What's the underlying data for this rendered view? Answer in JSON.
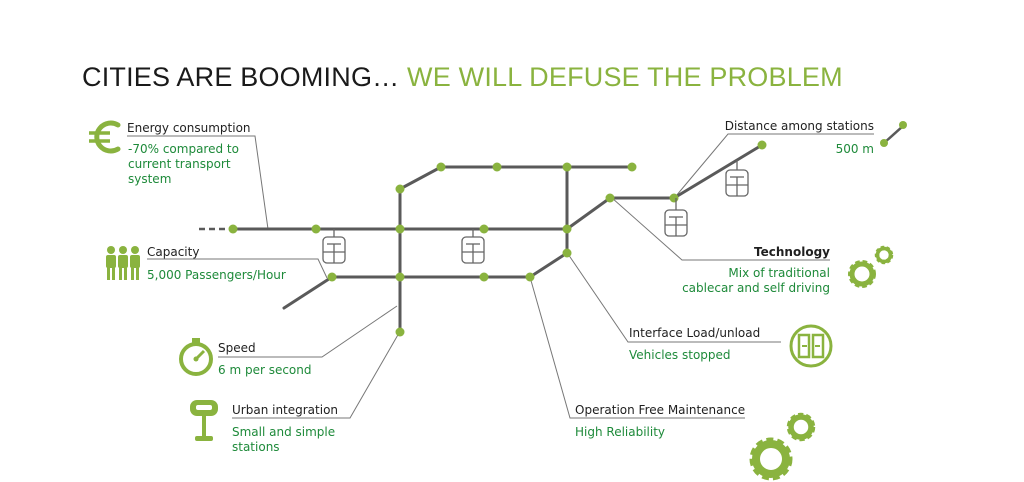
{
  "title": {
    "part1": "CITIES ARE BOOMING… ",
    "part2": "WE WILL DEFUSE THE PROBLEM"
  },
  "features": {
    "energy": {
      "label": "Energy consumption",
      "value": "-70% compared to\ncurrent  transport\nsystem",
      "icon": "euro-icon"
    },
    "capacity": {
      "label": "Capacity",
      "value": "5,000 Passengers/Hour",
      "icon": "people-icon"
    },
    "speed": {
      "label": "Speed",
      "value": "6 m per second",
      "icon": "stopwatch-icon"
    },
    "urban": {
      "label": "Urban integration",
      "value": "Small and simple\nstations",
      "icon": "station-sign-icon"
    },
    "distance": {
      "label": "Distance among stations",
      "value": "500 m",
      "icon": "segment-icon"
    },
    "technology": {
      "label": "Technology",
      "value": "Mix of traditional\ncablecar and self driving",
      "icon": "gears-icon"
    },
    "interface": {
      "label": "Interface Load/unload",
      "value": "Vehicles stopped",
      "icon": "doors-icon"
    },
    "maintenance": {
      "label": "Operation Free Maintenance",
      "value": "High Reliability",
      "icon": "gears-icon"
    }
  },
  "colors": {
    "accent_green": "#8ab33f",
    "value_green": "#1e8a3a",
    "line_gray": "#5a5a5a",
    "node_green": "#8ab33f"
  }
}
